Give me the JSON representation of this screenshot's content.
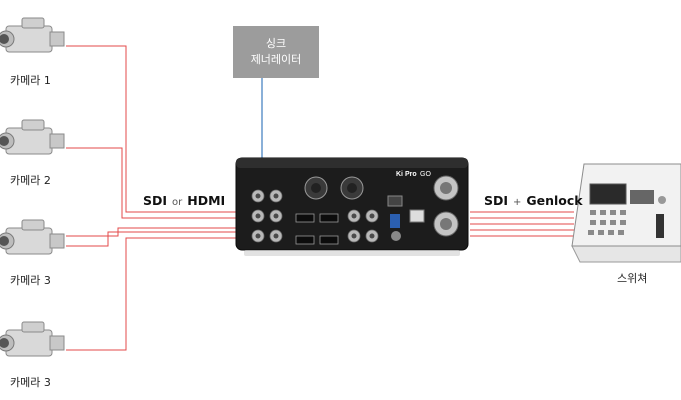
{
  "cameras": [
    {
      "label": "카메라 1"
    },
    {
      "label": "카메라 2"
    },
    {
      "label": "카메라 3"
    },
    {
      "label": "카메라 3"
    }
  ],
  "sync": {
    "line1": "싱크",
    "line2": "제너레이터"
  },
  "signal_in": {
    "a": "SDI",
    "b": "or",
    "c": "HDMI"
  },
  "signal_out": {
    "a": "SDI",
    "b": "+",
    "c": "Genlock"
  },
  "switcher": {
    "label": "스위쳐"
  },
  "device": {
    "brand": "Ki Pro",
    "model": "GO"
  },
  "colors": {
    "cable": "#e34a4a",
    "sync_box": "#9c9c9c",
    "sync_line": "#3d7bbf"
  }
}
